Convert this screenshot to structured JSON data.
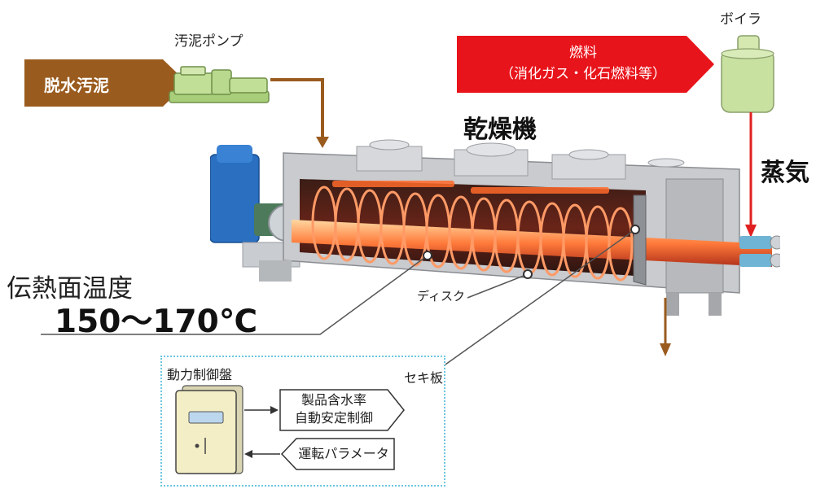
{
  "sludge_label": "脱水汚泥",
  "pump_label": "汚泥ポンプ",
  "boiler_label": "ボイラ",
  "fuel": {
    "line1": "燃料",
    "line2": "（消化ガス・化石燃料等）"
  },
  "dryer_label": "乾燥機",
  "steam_label": "蒸気",
  "temperature": {
    "label": "伝熱面温度",
    "value": "150〜170℃"
  },
  "disc_label": "ディスク",
  "weir_label": "セキ板",
  "control_panel": {
    "title": "動力制御盤",
    "output_line1": "製品含水率",
    "output_line2": "自動安定制御",
    "input_label": "運転パラメータ"
  },
  "colors": {
    "sludge_brown": "#9a5b1e",
    "fuel_red": "#e8141b",
    "steam_red": "#e02020",
    "boiler_green": "#c8e0a0",
    "pump_green": "#b9d98f",
    "panel_cream": "#f3eec5",
    "panel_border": "#6cc6e0",
    "motor_blue": "#2a6fc0"
  }
}
